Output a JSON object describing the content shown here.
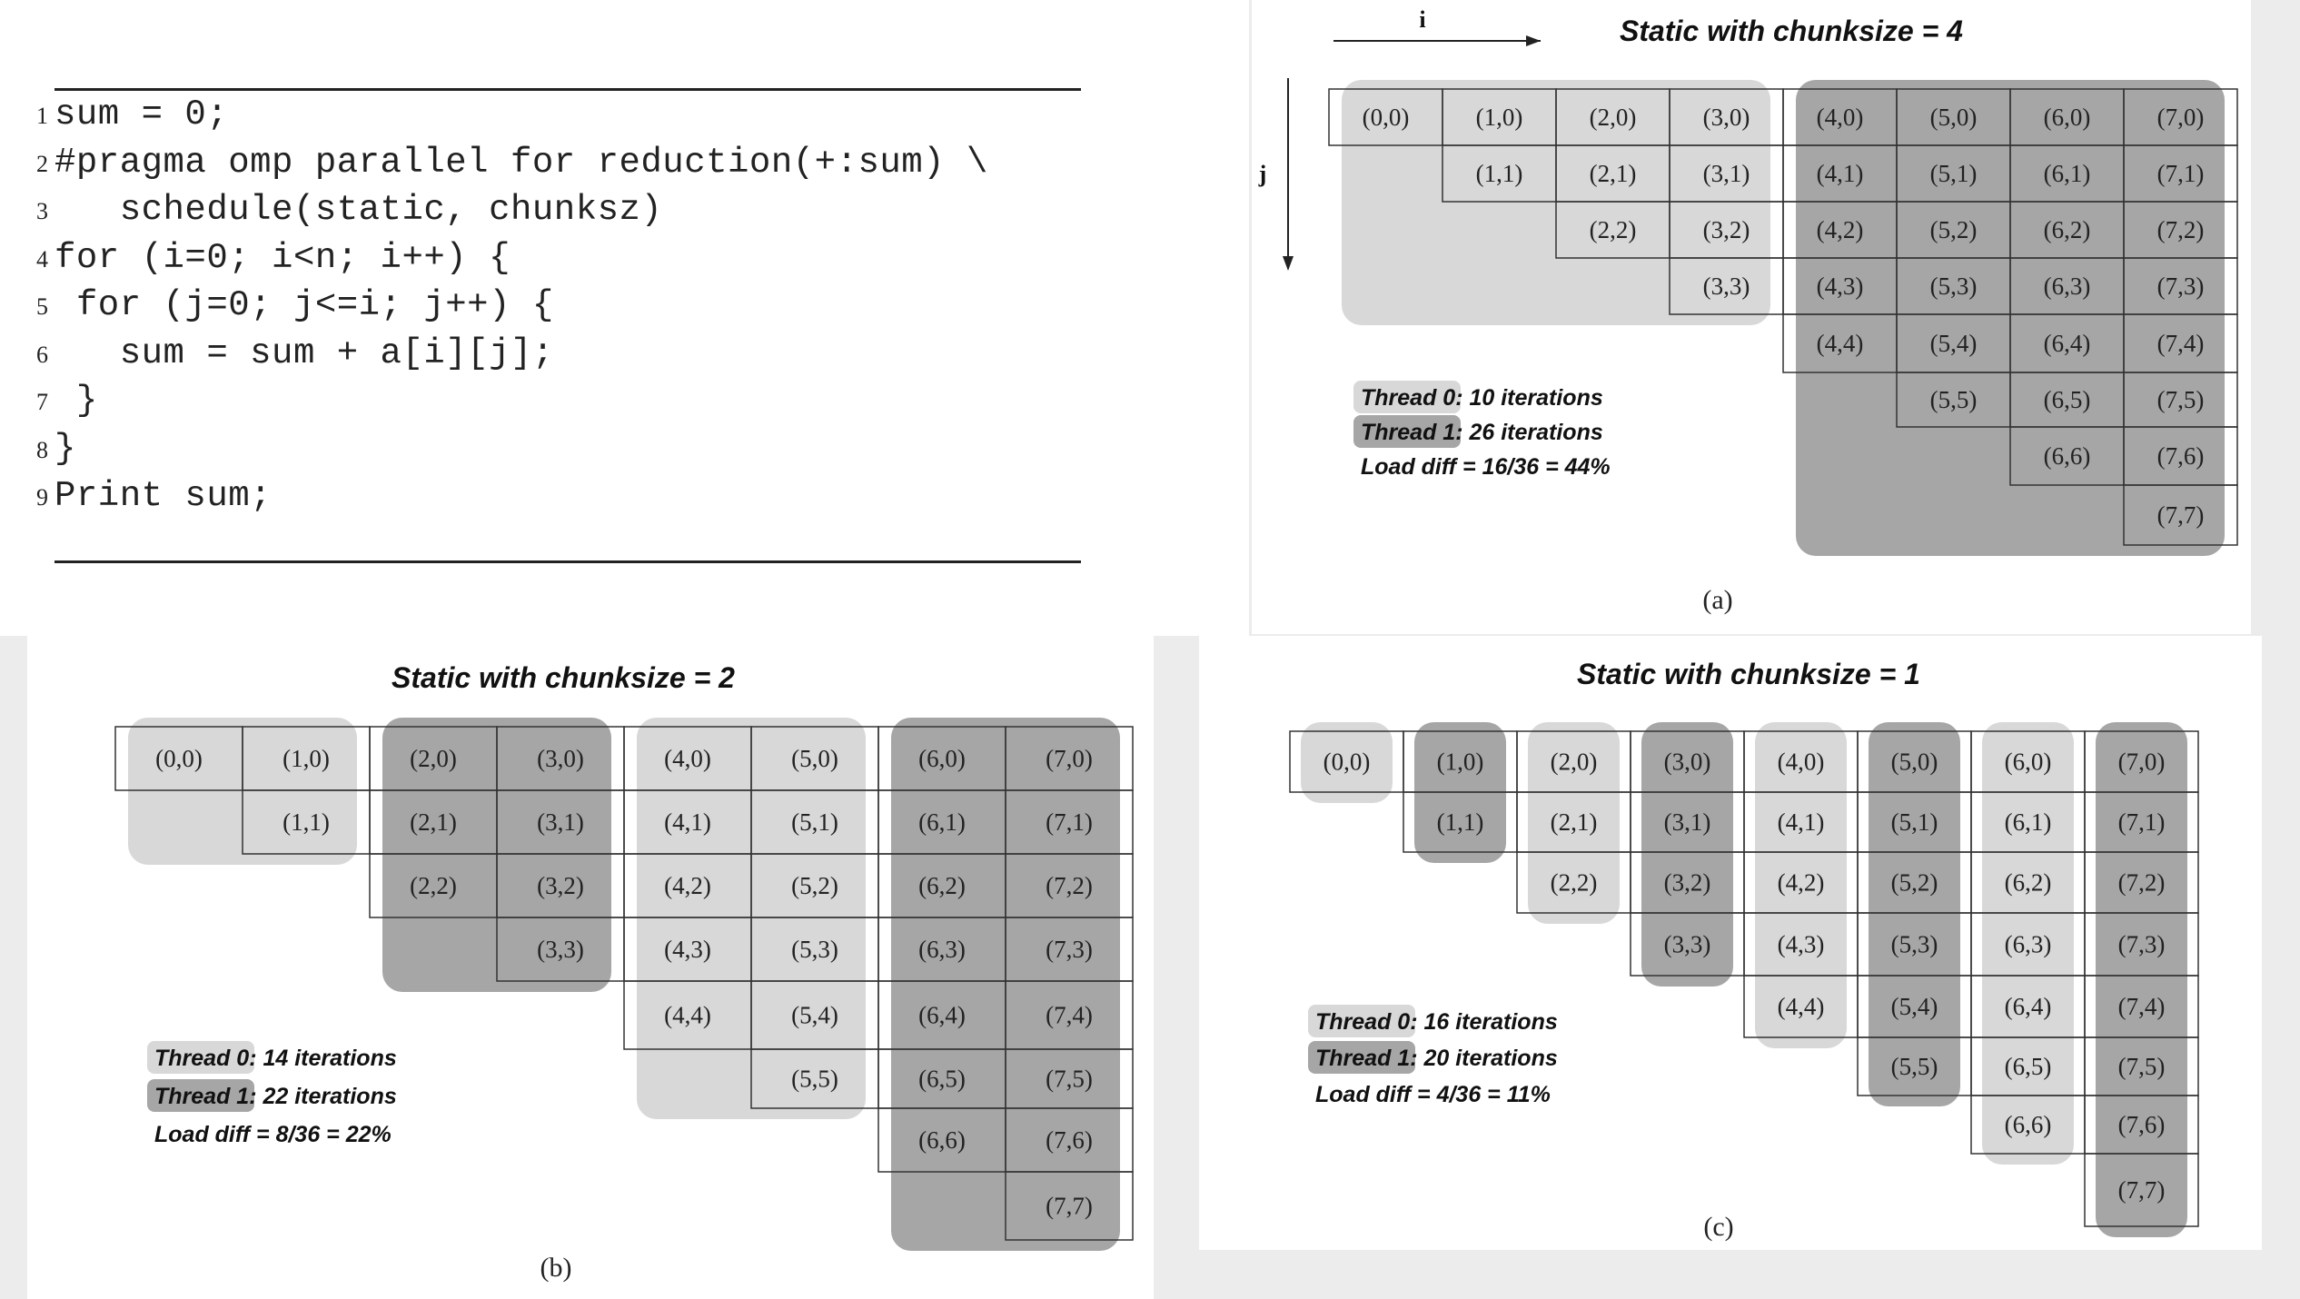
{
  "code": {
    "lines": [
      {
        "num": "1",
        "text": "sum = 0;"
      },
      {
        "num": "2",
        "text": "#pragma omp parallel for reduction(+:sum) \\"
      },
      {
        "num": "3",
        "text": "   schedule(static, chunksz)"
      },
      {
        "num": "4",
        "text": "for (i=0; i<n; i++) {"
      },
      {
        "num": "5",
        "text": " for (j=0; j<=i; j++) {"
      },
      {
        "num": "6",
        "text": "   sum = sum + a[i][j];"
      },
      {
        "num": "7",
        "text": " }"
      },
      {
        "num": "8",
        "text": "}"
      },
      {
        "num": "9",
        "text": "Print sum;"
      }
    ]
  },
  "colors": {
    "thread0": "#d8d8d8",
    "thread1": "#a6a6a6",
    "cell_border": "#333333",
    "text": "#222222"
  },
  "axes": {
    "i_label": "i",
    "j_label": "j"
  },
  "diagrams": [
    {
      "id": "a",
      "title": "Static with chunksize = 4",
      "caption": "(a)",
      "chunksize": 4,
      "legend": [
        "Thread 0: 10 iterations",
        "Thread 1: 26 iterations",
        "Load diff = 16/36 = 44%"
      ]
    },
    {
      "id": "b",
      "title": "Static with chunksize = 2",
      "caption": "(b)",
      "chunksize": 2,
      "legend": [
        "Thread 0: 14 iterations",
        "Thread 1: 22 iterations",
        "Load diff = 8/36 = 22%"
      ]
    },
    {
      "id": "c",
      "title": "Static with chunksize = 1",
      "caption": "(c)",
      "chunksize": 1,
      "legend": [
        "Thread 0: 16 iterations",
        "Thread 1: 20 iterations",
        "Load diff = 4/36 = 11%"
      ]
    }
  ]
}
